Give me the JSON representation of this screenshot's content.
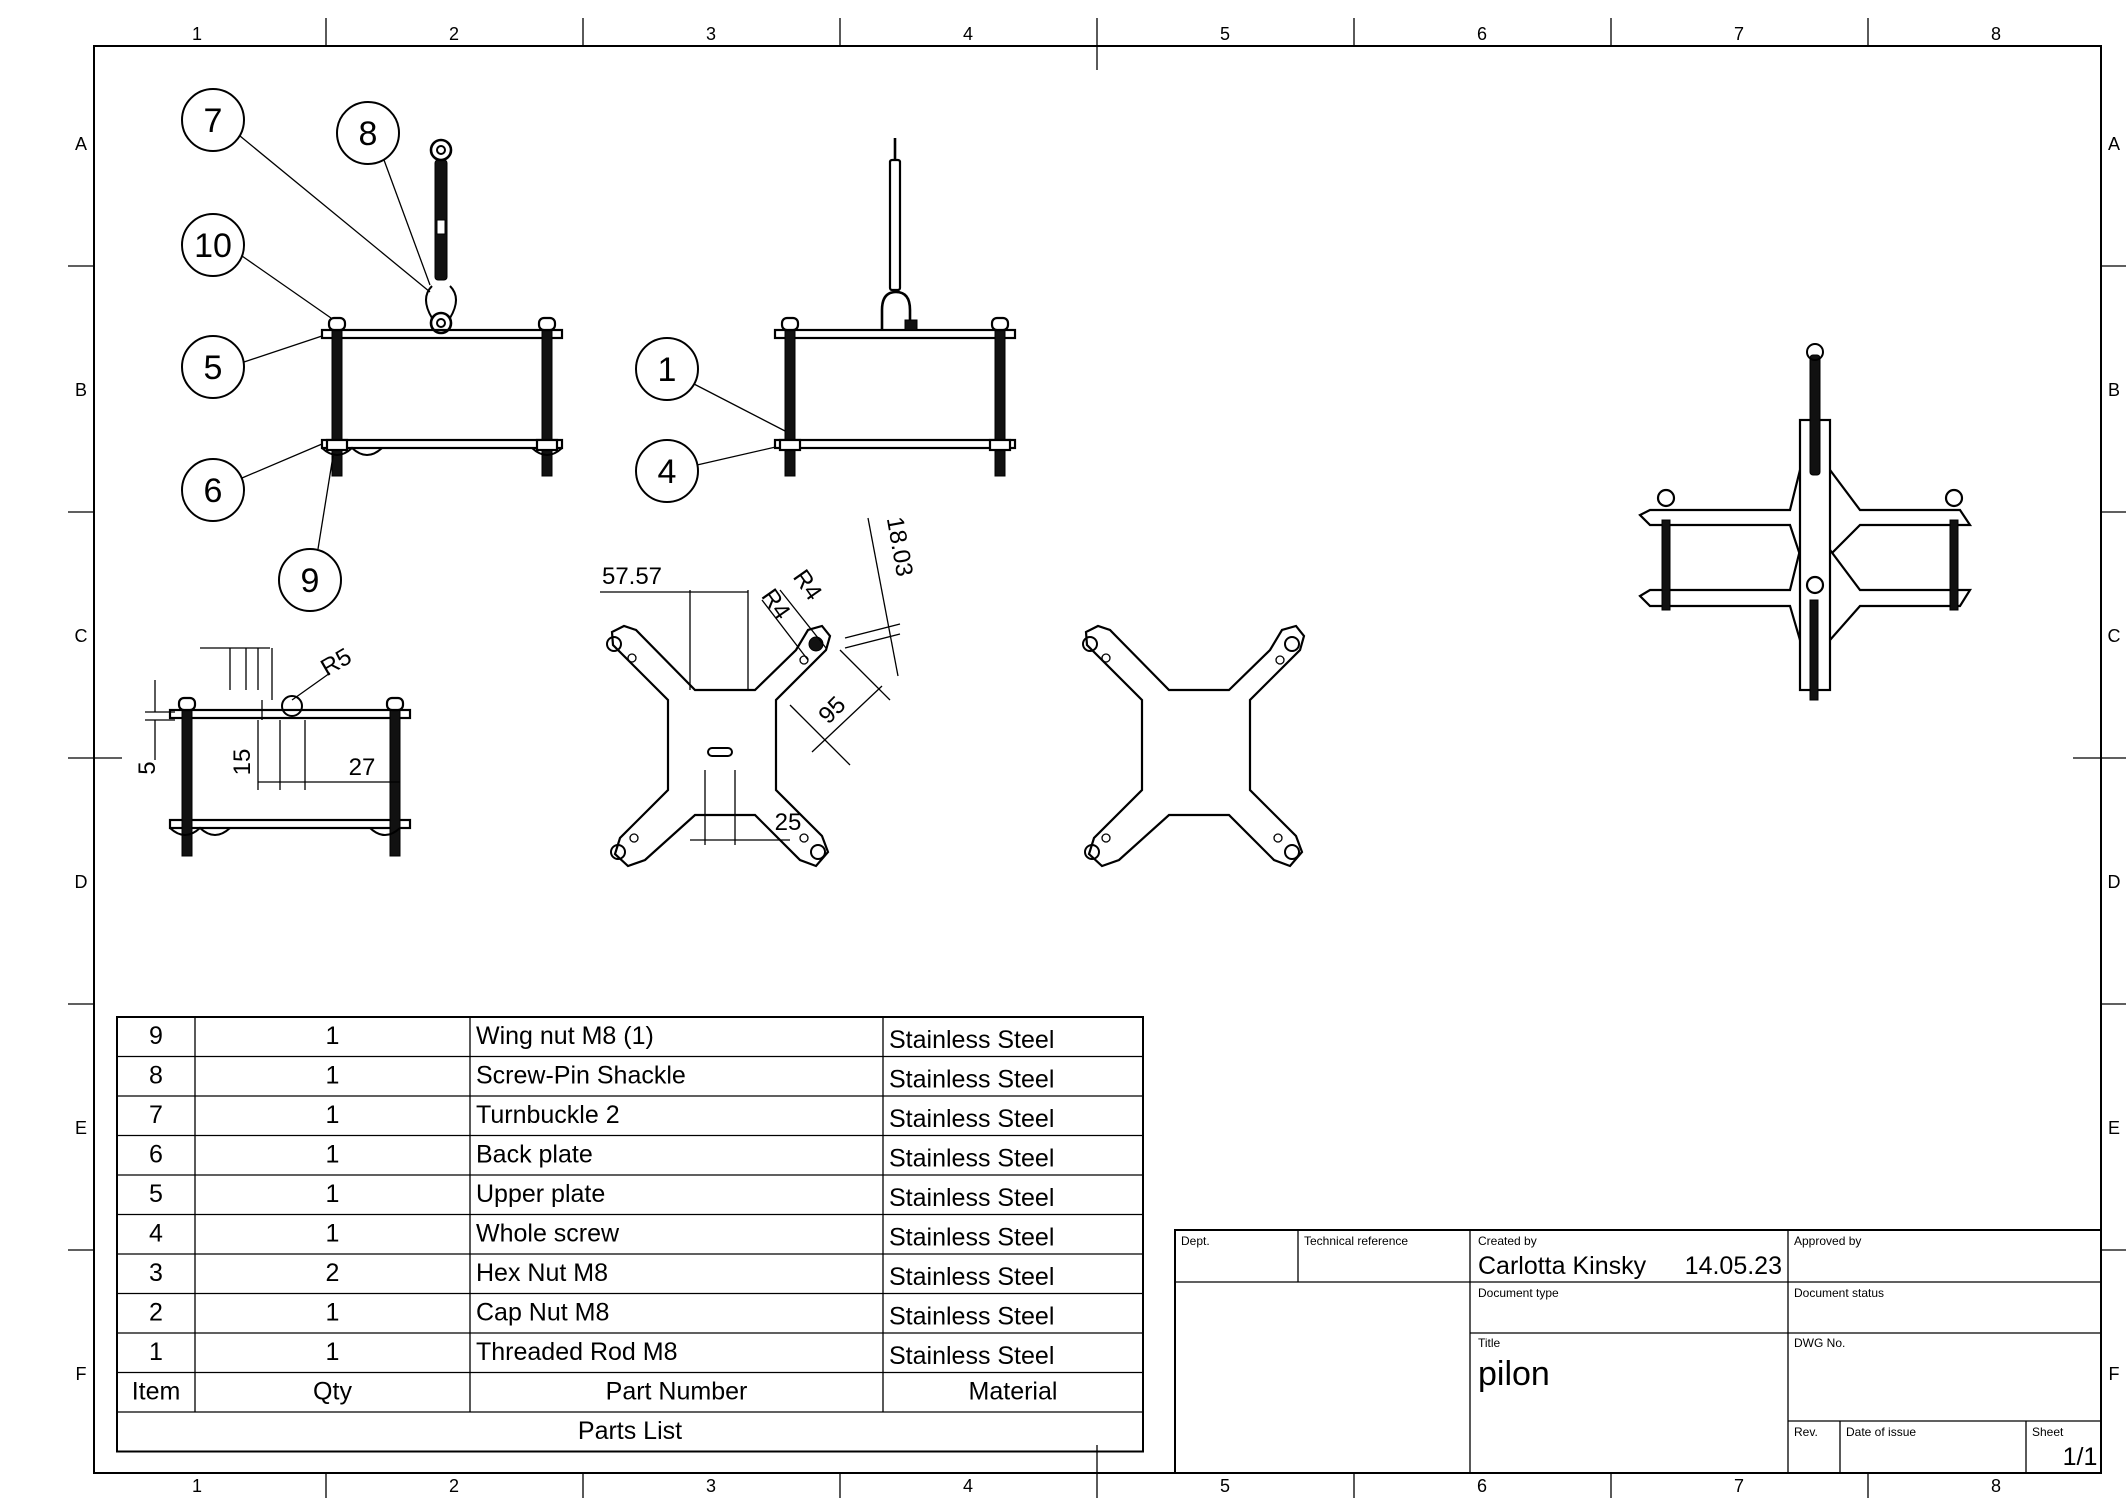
{
  "border": {
    "columns": [
      "1",
      "2",
      "3",
      "4",
      "5",
      "6",
      "7",
      "8"
    ],
    "rows": [
      "A",
      "B",
      "C",
      "D",
      "E",
      "F"
    ]
  },
  "balloons": {
    "b7": "7",
    "b8": "8",
    "b10": "10",
    "b5": "5",
    "b6": "6",
    "b9": "9",
    "b1": "1",
    "b4": "4"
  },
  "dimensions": {
    "d_57": "57.57",
    "d_r4a": "R4",
    "d_r4b": "R4",
    "d_18": "18.03",
    "d_95": "95",
    "d_25": "25",
    "d_r5": "R5",
    "d_5": "5",
    "d_15": "15",
    "d_27": "27"
  },
  "parts_list": {
    "title": "Parts List",
    "headers": {
      "item": "Item",
      "qty": "Qty",
      "part": "Part Number",
      "material": "Material"
    },
    "rows": [
      {
        "item": "9",
        "qty": "1",
        "part": "Wing nut M8 (1)",
        "material": "Stainless Steel"
      },
      {
        "item": "8",
        "qty": "1",
        "part": "Screw-Pin Shackle",
        "material": "Stainless Steel"
      },
      {
        "item": "7",
        "qty": "1",
        "part": "Turnbuckle 2",
        "material": "Stainless Steel"
      },
      {
        "item": "6",
        "qty": "1",
        "part": "Back plate",
        "material": "Stainless Steel"
      },
      {
        "item": "5",
        "qty": "1",
        "part": "Upper plate",
        "material": "Stainless Steel"
      },
      {
        "item": "4",
        "qty": "1",
        "part": "Whole screw",
        "material": "Stainless Steel"
      },
      {
        "item": "3",
        "qty": "2",
        "part": " Hex Nut M8",
        "material": "Stainless Steel"
      },
      {
        "item": "2",
        "qty": "1",
        "part": "Cap Nut M8",
        "material": "Stainless Steel"
      },
      {
        "item": "1",
        "qty": "1",
        "part": " Threaded Rod M8",
        "material": "Stainless Steel"
      }
    ]
  },
  "title_block": {
    "dept_label": "Dept.",
    "techref_label": "Technical reference",
    "created_by_label": "Created by",
    "created_by": "Carlotta Kinsky",
    "date": "14.05.23",
    "approved_by_label": "Approved by",
    "doc_type_label": "Document type",
    "doc_status_label": "Document status",
    "title_label": "Title",
    "title": "pilon",
    "dwg_label": "DWG No.",
    "rev_label": "Rev.",
    "date_issue_label": "Date of issue",
    "sheet_label": "Sheet",
    "sheet": "1/1"
  }
}
